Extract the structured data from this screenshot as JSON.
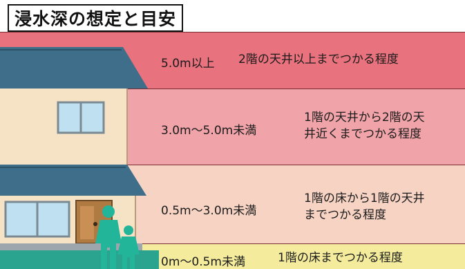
{
  "title": "浸水深の想定と目安",
  "bands": [
    {
      "depth": "5.0m以上",
      "description_lines": [
        "2階の天井以上までつかる程度"
      ],
      "color": "#e8727d"
    },
    {
      "depth": "3.0m～5.0m未満",
      "description_lines": [
        "1階の天井から2階の天",
        "井近くまでつかる程度"
      ],
      "color": "#f0a3a8"
    },
    {
      "depth": "0.5m～3.0m未満",
      "description_lines": [
        "1階の床から1階の天井",
        "までつかる程度"
      ],
      "color": "#f7d3c4"
    },
    {
      "depth": "0m～0.5m未満",
      "description_lines": [
        "1階の床までつかる程度"
      ],
      "color": "#f4ec9c"
    }
  ],
  "colors": {
    "house_wall": "#f6e3c6",
    "roof": "#3e6e8a",
    "window": "#bfe0f0",
    "door": "#b07a43",
    "people": "#23b59a"
  },
  "icons": [
    "house-illustration",
    "person-adult-icon",
    "person-child-icon"
  ]
}
